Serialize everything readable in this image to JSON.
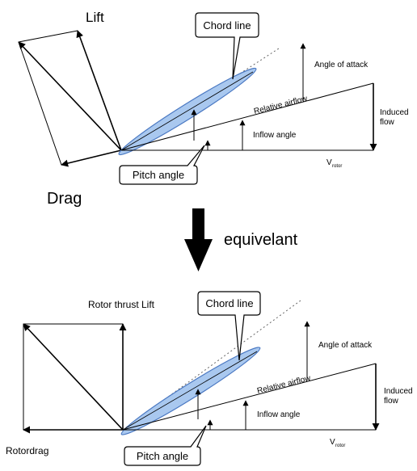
{
  "top": {
    "lift": "Lift",
    "drag": "Drag",
    "chord_line": "Chord line",
    "angle_of_attack": "Angle of attack",
    "relative_airflow": "Relative airflow",
    "induced_flow_1": "Induced",
    "induced_flow_2": "flow",
    "inflow_angle": "Inflow angle",
    "v": "V",
    "v_sub": "rotor",
    "pitch_angle": "Pitch angle"
  },
  "middle": {
    "equivalent": "equivelant"
  },
  "bottom": {
    "rotor_thrust": "Rotor thrust",
    "lift": "Lift",
    "rotordrag": "Rotordrag",
    "chord_line": "Chord line",
    "angle_of_attack": "Angle of attack",
    "relative_airflow": "Relative airflow",
    "induced_flow_1": "Induced",
    "induced_flow_2": "flow",
    "inflow_angle": "Inflow angle",
    "v": "V",
    "v_sub": "rotor",
    "pitch_angle": "Pitch angle"
  },
  "colors": {
    "airfoil_fill": "#a9c8ef",
    "airfoil_stroke": "#4a78c2",
    "arrow": "#000000"
  }
}
